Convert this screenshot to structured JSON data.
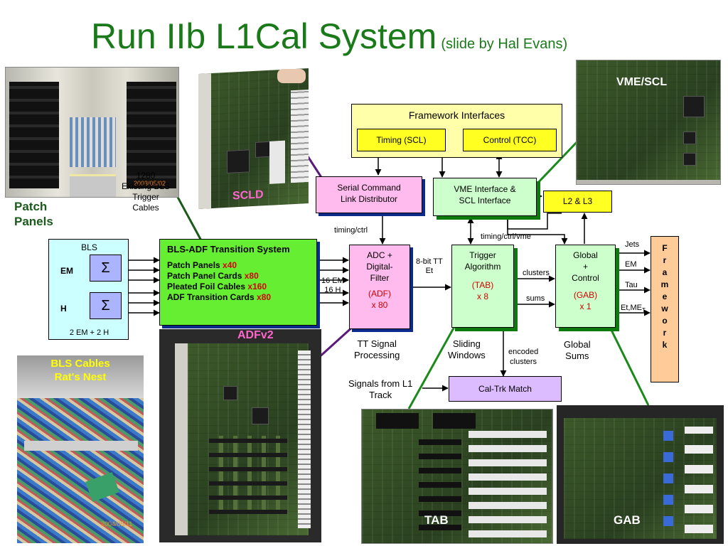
{
  "title": {
    "main": "Run IIb L1Cal System",
    "sub": "(slide by Hal Evans)"
  },
  "photos": {
    "patch_panels": "Patch\nPanels",
    "cables_1280": "1280\nExisting BLS\nTrigger\nCables",
    "scld": "SCLD",
    "vme_scl": "VME/SCL",
    "adfv2": "ADFv2",
    "bls_cables": "BLS Cables\nRat's Nest",
    "tab": "TAB",
    "gab": "GAB"
  },
  "bls": {
    "title": "BLS",
    "em": "EM",
    "h": "H",
    "sigma": "Σ",
    "footer": "2 EM + 2 H"
  },
  "transition": {
    "title": "BLS-ADF Transition System",
    "items": [
      {
        "label": "Patch Panels",
        "count": "x40"
      },
      {
        "label": "Patch Panel Cards",
        "count": "x80"
      },
      {
        "label": "Pleated Foil Cables",
        "count": "x160"
      },
      {
        "label": "ADF Transition Cards",
        "count": "x80"
      }
    ]
  },
  "framework": {
    "title": "Framework Interfaces",
    "timing": "Timing (SCL)",
    "control": "Control (TCC)"
  },
  "scld_box": "Serial Command\nLink Distributor",
  "vme_box": "VME Interface &\nSCL Interface",
  "l2l3": "L2 & L3",
  "adc": {
    "name": "ADC +\nDigital-\nFilter",
    "code": "(ADF)\nx 80"
  },
  "trigger": {
    "name": "Trigger\nAlgorithm",
    "code": "(TAB)\nx 8"
  },
  "global": {
    "name": "Global\n+\nControl",
    "code": "(GAB)\nx 1"
  },
  "framework_vertical": "F\nr\na\nm\ne\nw\no\nr\nk",
  "caltrk": "Cal-Trk Match",
  "labels": {
    "timing_ctrl": "timing/ctrl",
    "timing_ctrl_vme": "timing/ctrl/vme",
    "em16": "16 EM\n16 H",
    "tt8bit": "8-bit TT\nEt",
    "clusters": "clusters",
    "sums": "sums",
    "jets": "Jets",
    "em": "EM",
    "tau": "Tau",
    "etmet": "Et,ME",
    "etmet_sub": "T",
    "tt_signal": "TT Signal\nProcessing",
    "sliding": "Sliding\nWindows",
    "encoded": "encoded\nclusters",
    "global_sums": "Global\nSums",
    "signals_l1": "Signals from L1\nTrack"
  },
  "stamps": {
    "patch": "2003/05/02",
    "rats": "2004/05/11"
  }
}
